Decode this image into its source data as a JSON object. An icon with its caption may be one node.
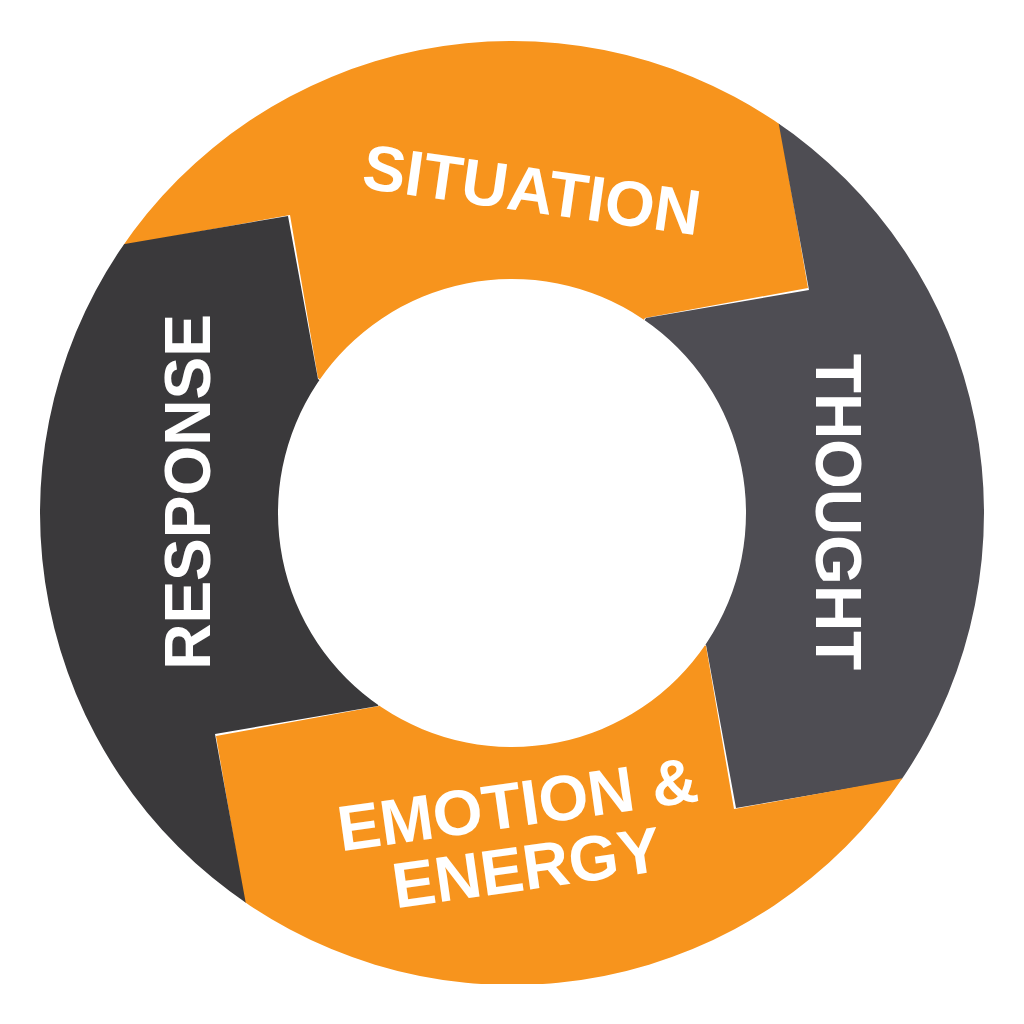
{
  "diagram": {
    "nodes": [
      {
        "text": [
          "SITUATION"
        ]
      },
      {
        "text": [
          "THOUGHT"
        ]
      },
      {
        "text": [
          "EMOTION & ENERGY"
        ]
      },
      {
        "text": [
          "RESPONSE"
        ]
      }
    ]
  }
}
